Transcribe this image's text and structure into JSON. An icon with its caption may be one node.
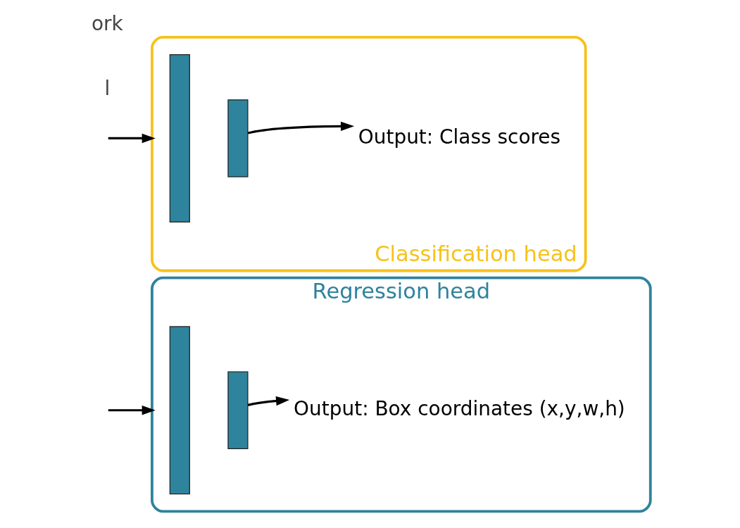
{
  "diagram": {
    "nodes": [
      {
        "text": [
          "Regression head"
        ]
      },
      {
        "text": [],
        "shape": "bar",
        "in": 0
      },
      {
        "text": [],
        "shape": "bar",
        "in": 0
      },
      {
        "text": [
          "Output: Box coordinates (x,y,w,h)"
        ],
        "in": 0
      },
      {
        "text": [
          "Classification head"
        ]
      },
      {
        "text": [],
        "shape": "bar",
        "in": 4
      },
      {
        "text": [],
        "shape": "bar",
        "in": 4
      },
      {
        "text": [
          "Output: Class scores"
        ],
        "in": 4
      }
    ],
    "edges": [
      {
        "from": null,
        "to": 0,
        "arrow": "to"
      },
      {
        "from": null,
        "to": 4,
        "arrow": "to"
      },
      {
        "from": 2,
        "to": 3,
        "arrow": "to"
      },
      {
        "from": 6,
        "to": 7,
        "arrow": "to"
      }
    ],
    "labels": [
      "l",
      "ork"
    ]
  }
}
